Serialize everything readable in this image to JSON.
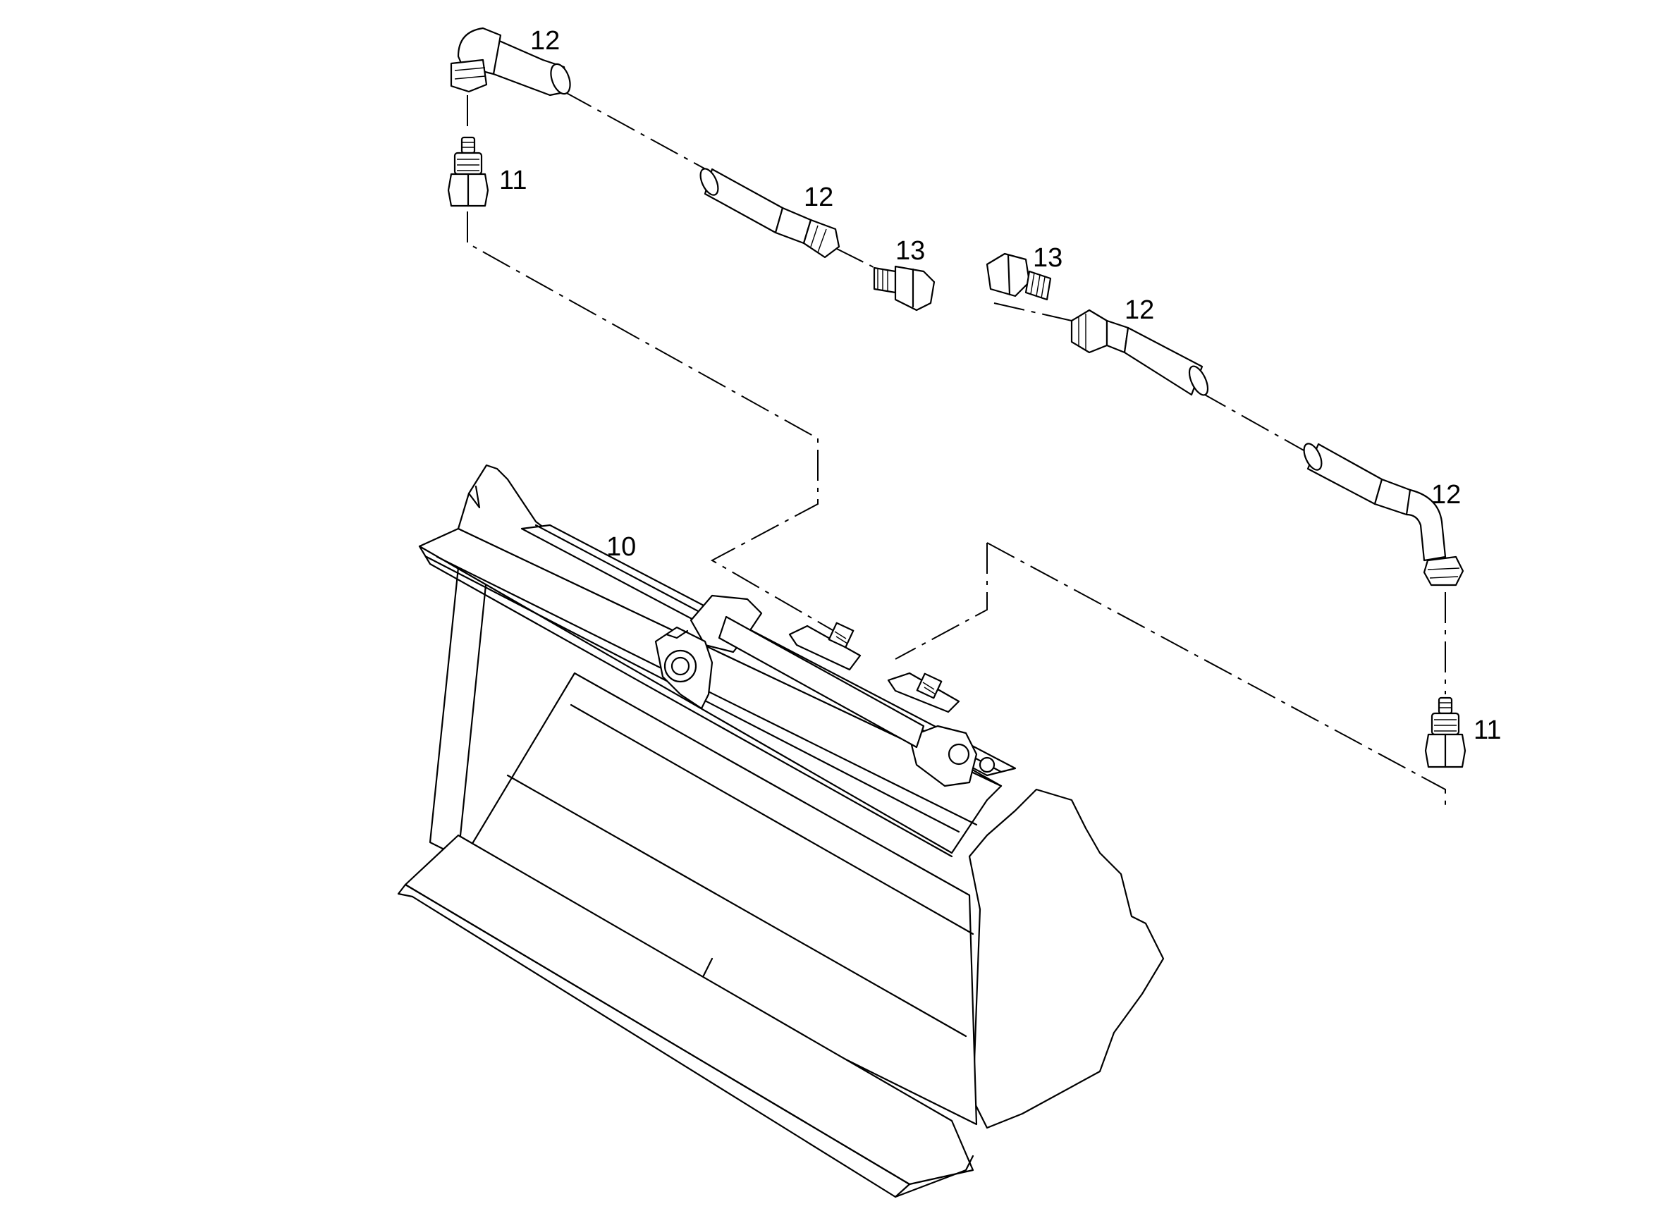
{
  "callouts": {
    "bucket": "10",
    "coupling_left": "11",
    "coupling_right": "11",
    "hose_top_elbow": "12",
    "hose_mid_left": "12",
    "hose_mid_right": "12",
    "hose_right_elbow": "12",
    "adapter_left": "13",
    "adapter_right": "13"
  }
}
